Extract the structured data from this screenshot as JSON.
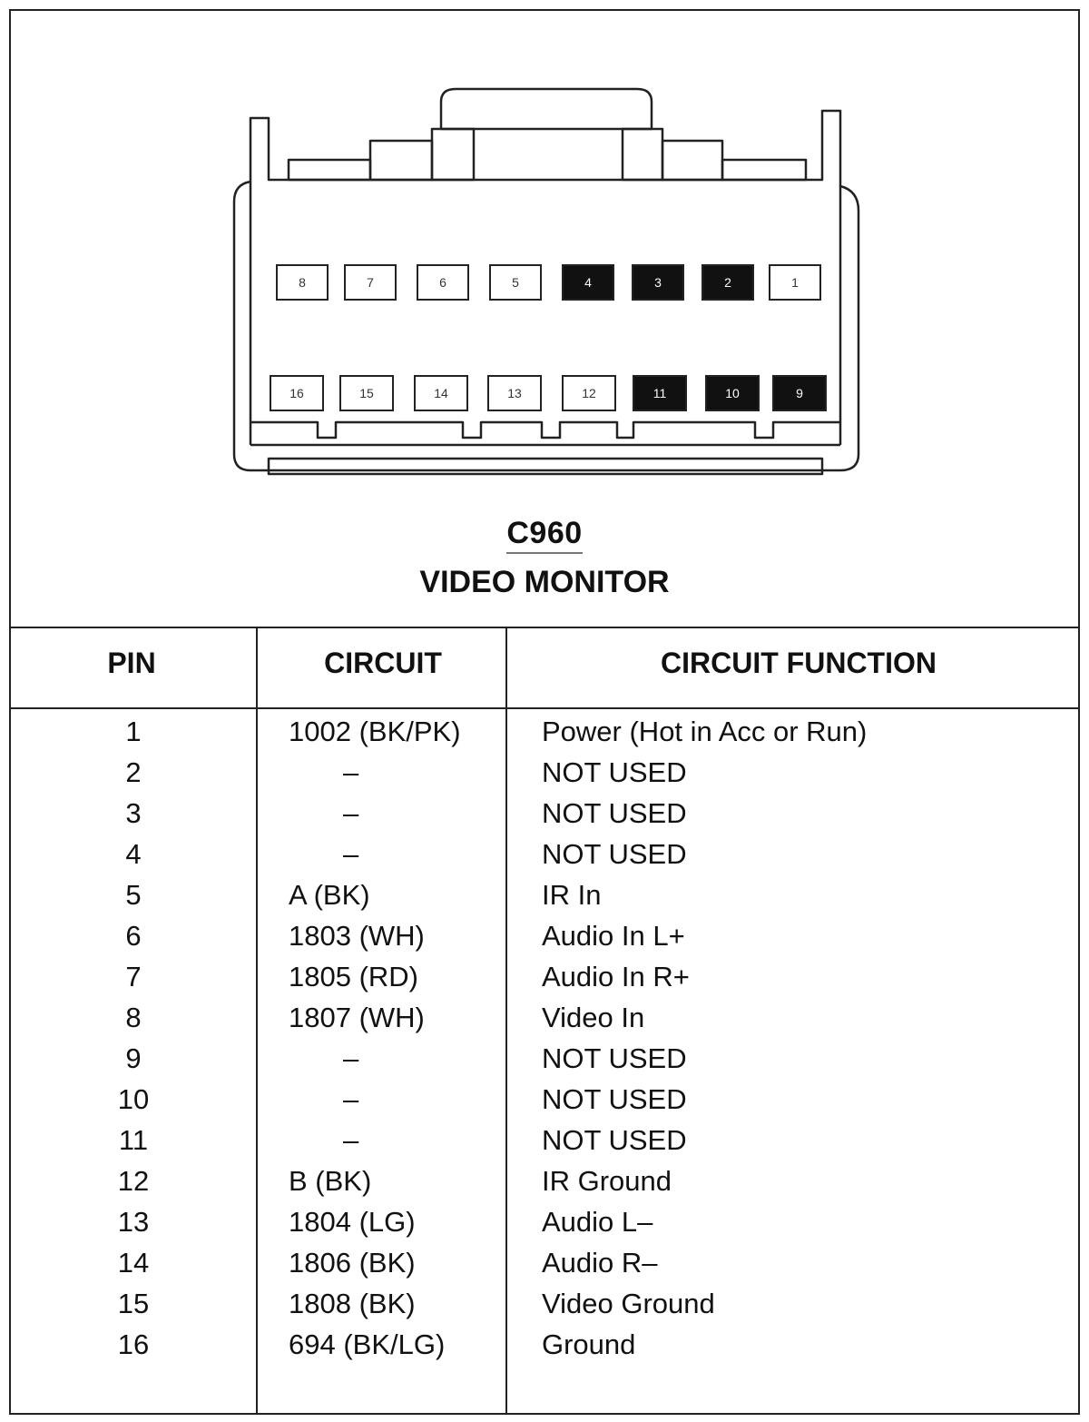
{
  "connector": {
    "top_row": [
      {
        "num": "8",
        "filled": false
      },
      {
        "num": "7",
        "filled": false
      },
      {
        "num": "6",
        "filled": false
      },
      {
        "num": "5",
        "filled": false
      },
      {
        "num": "4",
        "filled": true
      },
      {
        "num": "3",
        "filled": true
      },
      {
        "num": "2",
        "filled": true
      },
      {
        "num": "1",
        "filled": false
      }
    ],
    "bottom_row": [
      {
        "num": "16",
        "filled": false
      },
      {
        "num": "15",
        "filled": false
      },
      {
        "num": "14",
        "filled": false
      },
      {
        "num": "13",
        "filled": false
      },
      {
        "num": "12",
        "filled": false
      },
      {
        "num": "11",
        "filled": true
      },
      {
        "num": "10",
        "filled": true
      },
      {
        "num": "9",
        "filled": true
      }
    ]
  },
  "title": {
    "code": "C960",
    "name": "VIDEO MONITOR"
  },
  "table": {
    "headers": {
      "pin": "PIN",
      "circuit": "CIRCUIT",
      "function": "CIRCUIT FUNCTION"
    },
    "rows": [
      {
        "pin": "1",
        "circuit": "1002 (BK/PK)",
        "function": "Power (Hot in Acc or Run)"
      },
      {
        "pin": "2",
        "circuit": "–",
        "function": "NOT USED"
      },
      {
        "pin": "3",
        "circuit": "–",
        "function": "NOT USED"
      },
      {
        "pin": "4",
        "circuit": "–",
        "function": "NOT USED"
      },
      {
        "pin": "5",
        "circuit": "A (BK)",
        "function": "IR In"
      },
      {
        "pin": "6",
        "circuit": "1803 (WH)",
        "function": "Audio In L+"
      },
      {
        "pin": "7",
        "circuit": "1805 (RD)",
        "function": "Audio In R+"
      },
      {
        "pin": "8",
        "circuit": "1807 (WH)",
        "function": "Video In"
      },
      {
        "pin": "9",
        "circuit": "–",
        "function": "NOT USED"
      },
      {
        "pin": "10",
        "circuit": "–",
        "function": "NOT USED"
      },
      {
        "pin": "11",
        "circuit": "–",
        "function": "NOT USED"
      },
      {
        "pin": "12",
        "circuit": "B (BK)",
        "function": "IR Ground"
      },
      {
        "pin": "13",
        "circuit": "1804 (LG)",
        "function": "Audio L–"
      },
      {
        "pin": "14",
        "circuit": "1806 (BK)",
        "function": "Audio R–"
      },
      {
        "pin": "15",
        "circuit": "1808 (BK)",
        "function": "Video Ground"
      },
      {
        "pin": "16",
        "circuit": "694 (BK/LG)",
        "function": "Ground"
      }
    ]
  }
}
